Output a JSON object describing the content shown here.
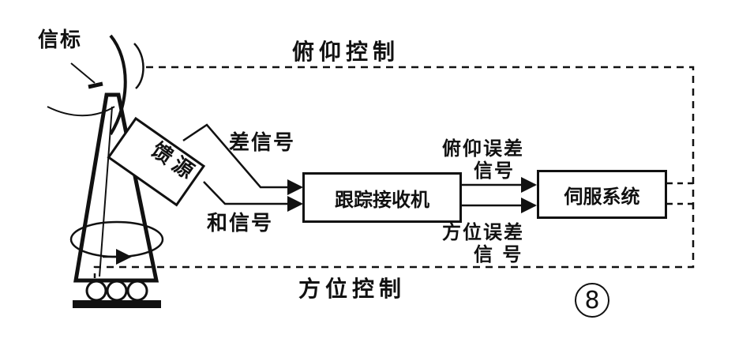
{
  "labels": {
    "beacon": "信标",
    "elevation_control": "俯仰控制",
    "azimuth_control": "方位控制",
    "difference_signal": "差信号",
    "sum_signal": "和信号",
    "elevation_error_line1": "俯仰误差",
    "elevation_error_line2": "信号",
    "azimuth_error_line1": "方位误差",
    "azimuth_error_line2": "信 号"
  },
  "blocks": {
    "feed": "馈源",
    "tracking_receiver": "跟踪接收机",
    "servo_system": "伺服系统"
  },
  "figure_number": "8"
}
